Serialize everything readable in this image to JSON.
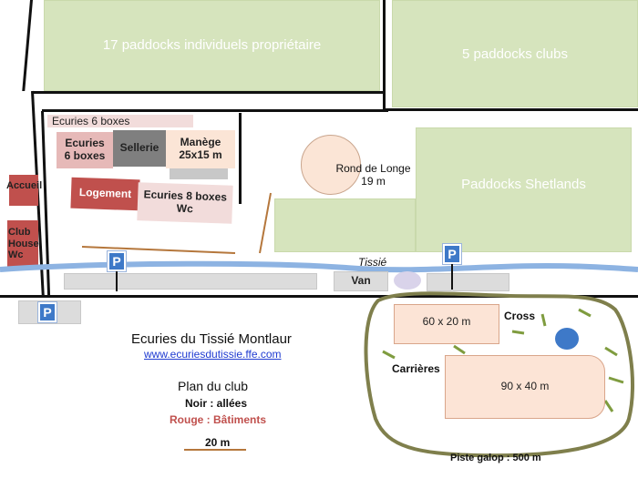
{
  "paddocks": {
    "individual": "17 paddocks individuels propriétaire",
    "clubs": "5 paddocks clubs",
    "shetlands": "Paddocks Shetlands"
  },
  "buildings": {
    "ecuries6_top": "Ecuries 6 boxes",
    "ecuries6_box": "Ecuries 6 boxes",
    "sellerie": "Sellerie",
    "manege": "Manège 25x15 m",
    "logement": "Logement",
    "ecuries8": "Ecuries 8 boxes Wc",
    "accueil": "Accueil",
    "club_house": "Club House Wc"
  },
  "features": {
    "rond_de_longe": "Rond de Longe 19 m",
    "river": "Tissié",
    "van": "Van",
    "parking": "P",
    "arena_small": "60 x 20 m",
    "arena_big": "90 x 40 m",
    "cross": "Cross",
    "carrieres": "Carrières",
    "piste": "Piste galop : 500 m"
  },
  "legend": {
    "title": "Ecuries du Tissié Montlaur",
    "url": "www.ecuriesdutissie.ffe.com",
    "plan": "Plan du club",
    "noir": "Noir : allées",
    "rouge": "Rouge : Bâtiments",
    "scale": "20 m"
  },
  "colors": {
    "paddock": "#d6e4bd",
    "building_red": "#c0504d",
    "building_pink": "#f2dcdb",
    "arena": "#fce4d6",
    "river": "#8db3e2",
    "track": "#7f7f4c",
    "legend_red": "#c0504d"
  }
}
